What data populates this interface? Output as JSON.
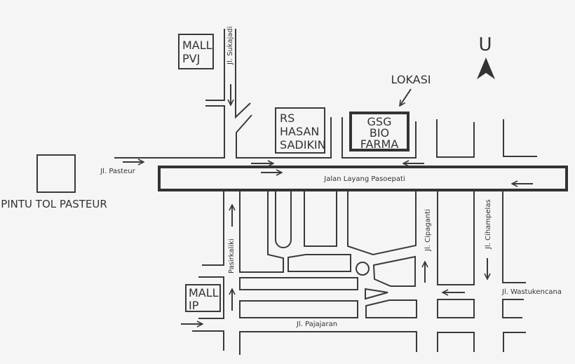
{
  "colors": {
    "line": "#3a3a3a",
    "background": "#f5f5f5"
  },
  "compass": {
    "label": "U"
  },
  "landmarks": {
    "mall_pvj": [
      "MALL",
      "PVJ"
    ],
    "rs": [
      "RS",
      "HASAN",
      "SADIKIN"
    ],
    "gsg": [
      "GSG",
      "BIO",
      "FARMA"
    ],
    "lokasi": "LOKASI",
    "pintu_tol": "PINTU TOL PASTEUR",
    "mall_ip": [
      "MALL",
      "IP"
    ]
  },
  "streets": {
    "sukajadi": "Jl. Sukajadi",
    "pasteur": "Jl. Pasteur",
    "layang": "Jalan Layang Pasoepati",
    "pasirkaliki": "Pasirkaliki",
    "cipaganti": "Jl. Cipaganti",
    "cihampelas": "Jl. Cihampelas",
    "wastukencana": "Jl. Wastukencana",
    "pajajaran": "Jl. Pajajaran"
  }
}
